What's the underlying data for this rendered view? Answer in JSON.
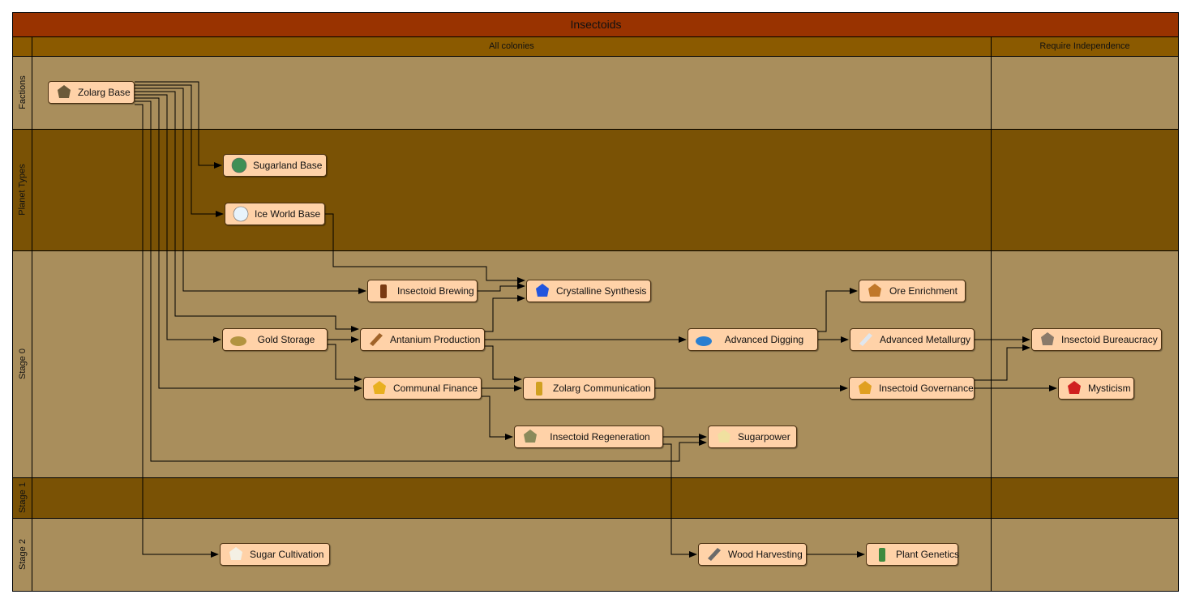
{
  "diagram": {
    "title": "Insectoids",
    "columns": [
      "All colonies",
      "Require Independence"
    ],
    "rows": [
      "Factions",
      "Planet Types",
      "Stage 0",
      "Stage 1",
      "Stage 2"
    ],
    "colors": {
      "title_band": "#993300",
      "header_band": "#8b5a00",
      "lane_light": "#a98e5c",
      "lane_dark": "#7a5205",
      "node_fill": "#ffd2a8",
      "edge": "#000000"
    },
    "nodes": [
      {
        "id": "zolarg-base",
        "label": "Zolarg Base",
        "icon": "insect-faction-icon"
      },
      {
        "id": "sugarland-base",
        "label": "Sugarland Base",
        "icon": "planet-icon"
      },
      {
        "id": "ice-world-base",
        "label": "Ice World Base",
        "icon": "ice-planet-icon"
      },
      {
        "id": "insectoid-brewing",
        "label": "Insectoid Brewing",
        "icon": "bottle-icon"
      },
      {
        "id": "crystalline-synthesis",
        "label": "Crystalline Synthesis",
        "icon": "crystal-icon"
      },
      {
        "id": "ore-enrichment",
        "label": "Ore Enrichment",
        "icon": "ore-icon"
      },
      {
        "id": "gold-storage",
        "label": "Gold Storage",
        "icon": "gold-pile-icon"
      },
      {
        "id": "antanium-production",
        "label": "Antanium Production",
        "icon": "ingot-icon"
      },
      {
        "id": "advanced-digging",
        "label": "Advanced Digging",
        "icon": "crater-icon"
      },
      {
        "id": "advanced-metallurgy",
        "label": "Advanced Metallurgy",
        "icon": "metal-bar-icon"
      },
      {
        "id": "insectoid-bureaucracy",
        "label": "Insectoid Bureaucracy",
        "icon": "bureaucracy-icon"
      },
      {
        "id": "communal-finance",
        "label": "Communal Finance",
        "icon": "coins-icon"
      },
      {
        "id": "zolarg-communication",
        "label": "Zolarg Communication",
        "icon": "antenna-icon"
      },
      {
        "id": "insectoid-governance",
        "label": "Insectoid Governance",
        "icon": "crown-icon"
      },
      {
        "id": "mysticism",
        "label": "Mysticism",
        "icon": "spider-icon"
      },
      {
        "id": "insectoid-regeneration",
        "label": "Insectoid Regeneration",
        "icon": "larvae-icon"
      },
      {
        "id": "sugarpower",
        "label": "Sugarpower",
        "icon": "sugar-spark-icon"
      },
      {
        "id": "sugar-cultivation",
        "label": "Sugar Cultivation",
        "icon": "sugar-pile-icon"
      },
      {
        "id": "wood-harvesting",
        "label": "Wood Harvesting",
        "icon": "log-icon"
      },
      {
        "id": "plant-genetics",
        "label": "Plant Genetics",
        "icon": "cactus-icon"
      }
    ],
    "edges": [
      [
        "zolarg-base",
        "sugarland-base"
      ],
      [
        "zolarg-base",
        "ice-world-base"
      ],
      [
        "zolarg-base",
        "insectoid-brewing"
      ],
      [
        "zolarg-base",
        "antanium-production"
      ],
      [
        "zolarg-base",
        "gold-storage"
      ],
      [
        "zolarg-base",
        "communal-finance"
      ],
      [
        "zolarg-base",
        "sugarpower"
      ],
      [
        "zolarg-base",
        "sugar-cultivation"
      ],
      [
        "ice-world-base",
        "crystalline-synthesis"
      ],
      [
        "insectoid-brewing",
        "crystalline-synthesis"
      ],
      [
        "antanium-production",
        "crystalline-synthesis"
      ],
      [
        "gold-storage",
        "antanium-production"
      ],
      [
        "gold-storage",
        "communal-finance"
      ],
      [
        "antanium-production",
        "advanced-digging"
      ],
      [
        "antanium-production",
        "zolarg-communication"
      ],
      [
        "communal-finance",
        "zolarg-communication"
      ],
      [
        "communal-finance",
        "insectoid-regeneration"
      ],
      [
        "advanced-digging",
        "ore-enrichment"
      ],
      [
        "advanced-digging",
        "advanced-metallurgy"
      ],
      [
        "advanced-metallurgy",
        "insectoid-bureaucracy"
      ],
      [
        "insectoid-governance",
        "insectoid-bureaucracy"
      ],
      [
        "zolarg-communication",
        "insectoid-governance"
      ],
      [
        "insectoid-governance",
        "mysticism"
      ],
      [
        "insectoid-regeneration",
        "sugarpower"
      ],
      [
        "insectoid-regeneration",
        "wood-harvesting"
      ],
      [
        "wood-harvesting",
        "plant-genetics"
      ]
    ]
  }
}
